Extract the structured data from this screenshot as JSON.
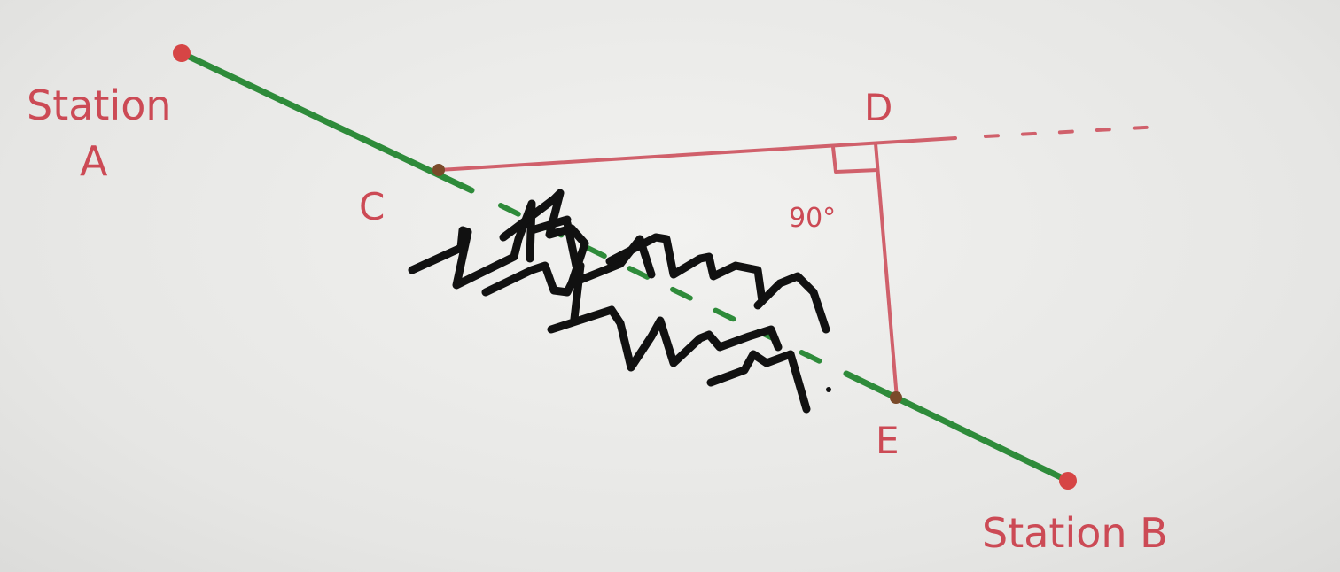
{
  "labels": {
    "station_a_line1": "Station",
    "station_a_line2": "A",
    "station_b": "Station B",
    "point_c": "C",
    "point_d": "D",
    "point_e": "E",
    "angle": "90°"
  },
  "colors": {
    "paper": "#e9e9e7",
    "green_line": "#2e8b3a",
    "red_line": "#d0606b",
    "red_text": "#cc4a55",
    "obstacle": "#111111",
    "station_dot": "#d64545",
    "point_dot": "#7a4a2a"
  },
  "icons": {
    "obstacle": "hatched-obstacle-icon",
    "right_angle": "right-angle-marker-icon"
  }
}
